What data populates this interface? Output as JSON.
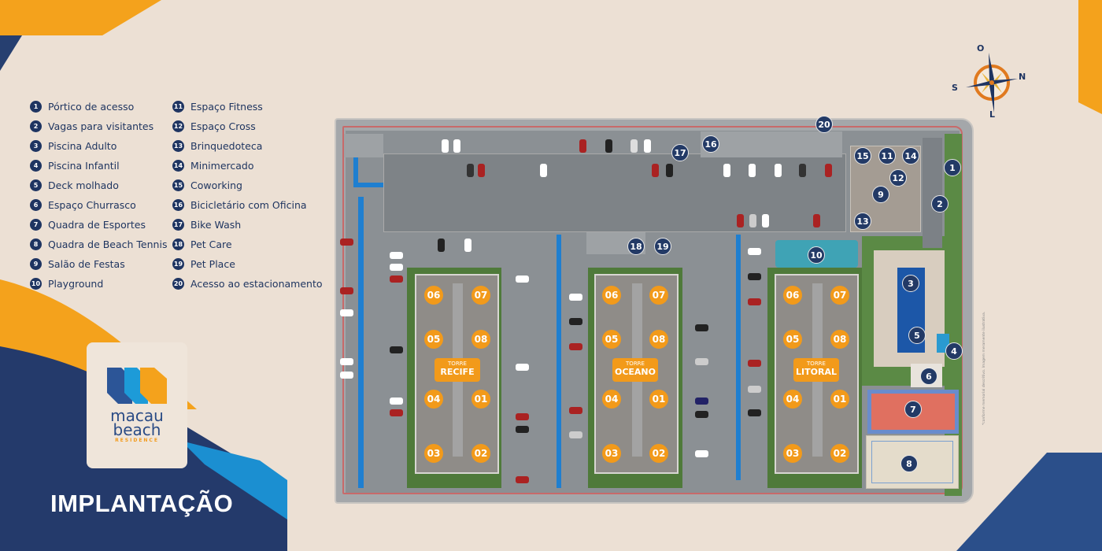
{
  "title": "IMPLANTAÇÃO",
  "logo": {
    "line1": "macau",
    "line2": "beach",
    "line3": "RESIDENCE"
  },
  "colors": {
    "navy": "#1e3461",
    "orange": "#f29a1a",
    "blue": "#1f7fd0",
    "background": "#ece0d4"
  },
  "compass": {
    "icon": "compass-rose-icon",
    "top": "O",
    "right": "N",
    "left": "S",
    "bottom": "L"
  },
  "legend": [
    {
      "n": "1",
      "label": "Pórtico de acesso"
    },
    {
      "n": "2",
      "label": "Vagas para visitantes"
    },
    {
      "n": "3",
      "label": "Piscina Adulto"
    },
    {
      "n": "4",
      "label": "Piscina Infantil"
    },
    {
      "n": "5",
      "label": "Deck molhado"
    },
    {
      "n": "6",
      "label": "Espaço Churrasco"
    },
    {
      "n": "7",
      "label": "Quadra de Esportes"
    },
    {
      "n": "8",
      "label": "Quadra de Beach Tennis"
    },
    {
      "n": "9",
      "label": "Salão de Festas"
    },
    {
      "n": "10",
      "label": "Playground"
    },
    {
      "n": "11",
      "label": "Espaço Fitness"
    },
    {
      "n": "12",
      "label": "Espaço Cross"
    },
    {
      "n": "13",
      "label": "Brinquedoteca"
    },
    {
      "n": "14",
      "label": "Minimercado"
    },
    {
      "n": "15",
      "label": "Coworking"
    },
    {
      "n": "16",
      "label": "Bicicletário com Oficina"
    },
    {
      "n": "17",
      "label": "Bike Wash"
    },
    {
      "n": "18",
      "label": "Pet Care"
    },
    {
      "n": "19",
      "label": "Pet Place"
    },
    {
      "n": "20",
      "label": "Acesso ao estacionamento"
    }
  ],
  "towers": [
    {
      "prefix": "TORRE",
      "name": "RECIFE",
      "units": [
        "06",
        "07",
        "05",
        "08",
        "04",
        "01",
        "03",
        "02"
      ]
    },
    {
      "prefix": "TORRE",
      "name": "OCEANO",
      "units": [
        "06",
        "07",
        "05",
        "08",
        "04",
        "01",
        "03",
        "02"
      ]
    },
    {
      "prefix": "TORRE",
      "name": "LITORAL",
      "units": [
        "06",
        "07",
        "05",
        "08",
        "04",
        "01",
        "03",
        "02"
      ]
    }
  ],
  "disclaimer": "*conforme memorial descritivo. Imagem meramente ilustrativa."
}
